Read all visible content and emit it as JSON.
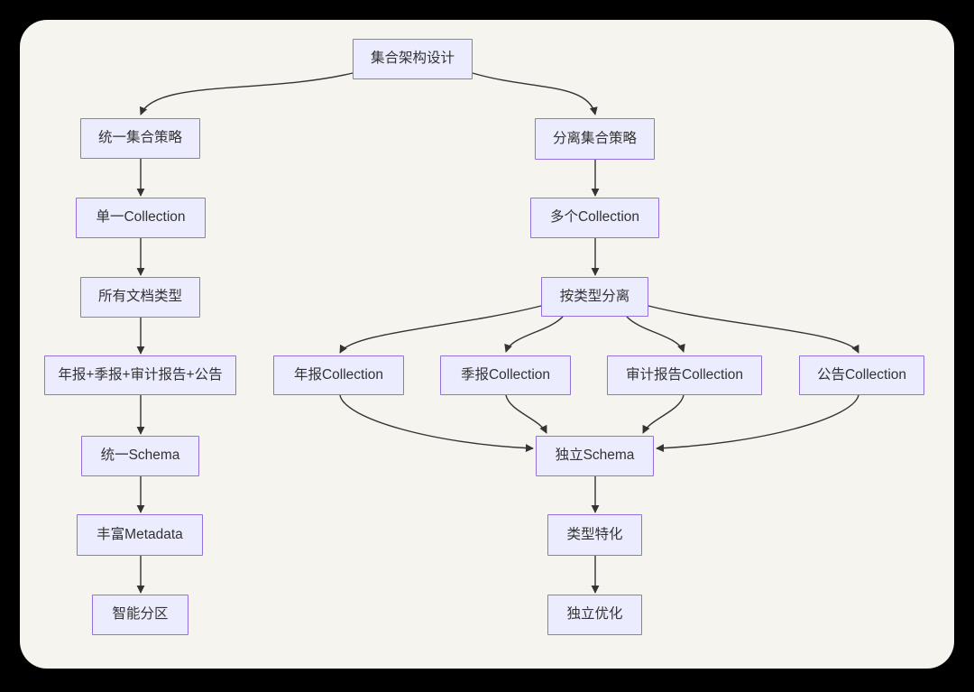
{
  "diagram": {
    "type": "flowchart",
    "direction": "top-down",
    "title": "集合架构设计",
    "colors": {
      "canvas_bg": "#F5F4EE",
      "frame_bg": "#000000",
      "node_fill": "#ECECFF",
      "node_border": "#9370DB",
      "edge": "#333333",
      "text": "#333333"
    },
    "nodes": [
      {
        "id": "root",
        "label": "集合架构设计"
      },
      {
        "id": "unified",
        "label": "统一集合策略"
      },
      {
        "id": "single",
        "label": "单一Collection"
      },
      {
        "id": "alltypes",
        "label": "所有文档类型"
      },
      {
        "id": "mixed",
        "label": "年报+季报+审计报告+公告"
      },
      {
        "id": "uschema",
        "label": "统一Schema"
      },
      {
        "id": "metadata",
        "label": "丰富Metadata"
      },
      {
        "id": "partition",
        "label": "智能分区"
      },
      {
        "id": "separated",
        "label": "分离集合策略"
      },
      {
        "id": "multi",
        "label": "多个Collection"
      },
      {
        "id": "bytype",
        "label": "按类型分离"
      },
      {
        "id": "annual",
        "label": "年报Collection"
      },
      {
        "id": "quarterly",
        "label": "季报Collection"
      },
      {
        "id": "audit",
        "label": "审计报告Collection"
      },
      {
        "id": "announce",
        "label": "公告Collection"
      },
      {
        "id": "ischema",
        "label": "独立Schema"
      },
      {
        "id": "specialize",
        "label": "类型特化"
      },
      {
        "id": "optimize",
        "label": "独立优化"
      }
    ],
    "edges": [
      {
        "from": "root",
        "to": "unified"
      },
      {
        "from": "root",
        "to": "separated"
      },
      {
        "from": "unified",
        "to": "single"
      },
      {
        "from": "single",
        "to": "alltypes"
      },
      {
        "from": "alltypes",
        "to": "mixed"
      },
      {
        "from": "mixed",
        "to": "uschema"
      },
      {
        "from": "uschema",
        "to": "metadata"
      },
      {
        "from": "metadata",
        "to": "partition"
      },
      {
        "from": "separated",
        "to": "multi"
      },
      {
        "from": "multi",
        "to": "bytype"
      },
      {
        "from": "bytype",
        "to": "annual"
      },
      {
        "from": "bytype",
        "to": "quarterly"
      },
      {
        "from": "bytype",
        "to": "audit"
      },
      {
        "from": "bytype",
        "to": "announce"
      },
      {
        "from": "annual",
        "to": "ischema"
      },
      {
        "from": "quarterly",
        "to": "ischema"
      },
      {
        "from": "audit",
        "to": "ischema"
      },
      {
        "from": "announce",
        "to": "ischema"
      },
      {
        "from": "ischema",
        "to": "specialize"
      },
      {
        "from": "specialize",
        "to": "optimize"
      }
    ]
  }
}
